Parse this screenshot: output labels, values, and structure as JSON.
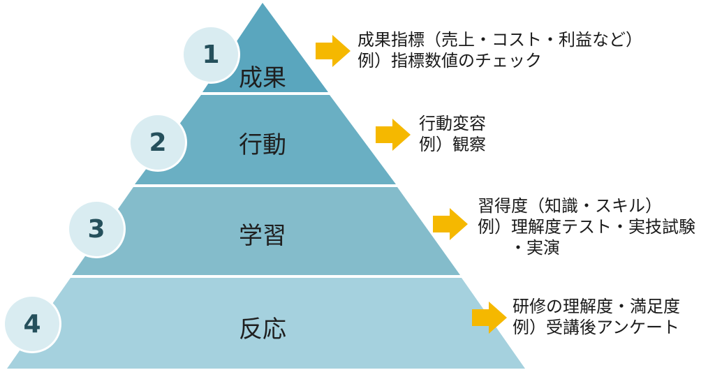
{
  "colors": {
    "level1": "#5aa6be",
    "level2": "#6aafc3",
    "level3": "#84bccb",
    "level4": "#a5d1de",
    "badge_bg": "#d9ecf1",
    "badge_text": "#25505c",
    "arrow": "#f5b800"
  },
  "levels": [
    {
      "number": "1",
      "label": "成果",
      "desc": [
        "成果指標（売上・コスト・利益など）",
        "例）指標数値のチェック"
      ]
    },
    {
      "number": "2",
      "label": "行動",
      "desc": [
        "行動変容",
        "例）観察"
      ]
    },
    {
      "number": "3",
      "label": "学習",
      "desc": [
        "習得度（知識・スキル）",
        "例）理解度テスト・実技試験",
        "・実演"
      ]
    },
    {
      "number": "4",
      "label": "反応",
      "desc": [
        "研修の理解度・満足度",
        "例）受講後アンケート"
      ]
    }
  ]
}
